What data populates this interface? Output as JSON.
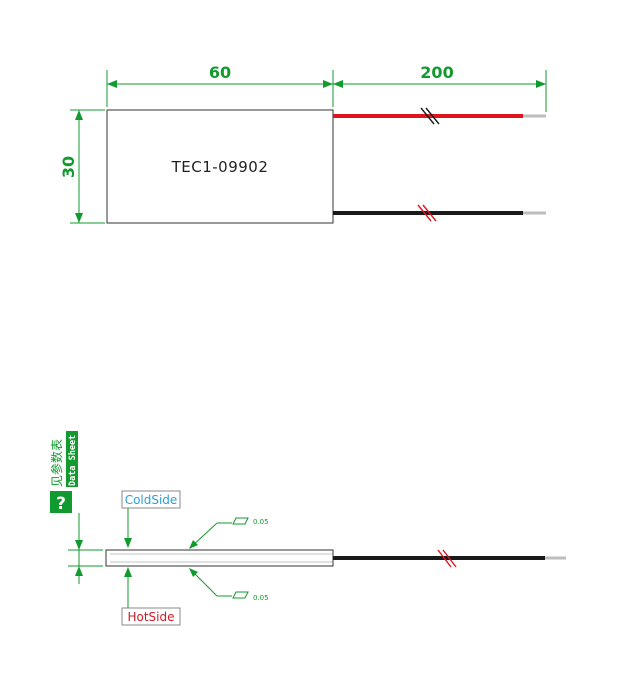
{
  "top_view": {
    "model": "TEC1-09902",
    "width_dim": "60",
    "lead_dim": "200",
    "height_dim": "30"
  },
  "side_view": {
    "cold_label": "ColdSide",
    "hot_label": "HotSide",
    "flatness_top": "0.05",
    "flatness_bottom": "0.05",
    "datasheet_cn": "见参数表",
    "datasheet_en": "Data Sheet",
    "help_glyph": "?"
  },
  "colors": {
    "dimension": "#119a2e",
    "red_wire": "#e0141f",
    "black_wire": "#1a1a1a",
    "wire_tip": "#bdbdbd",
    "cold_side": "#2d9fd8",
    "hot_side": "#d01b24"
  }
}
